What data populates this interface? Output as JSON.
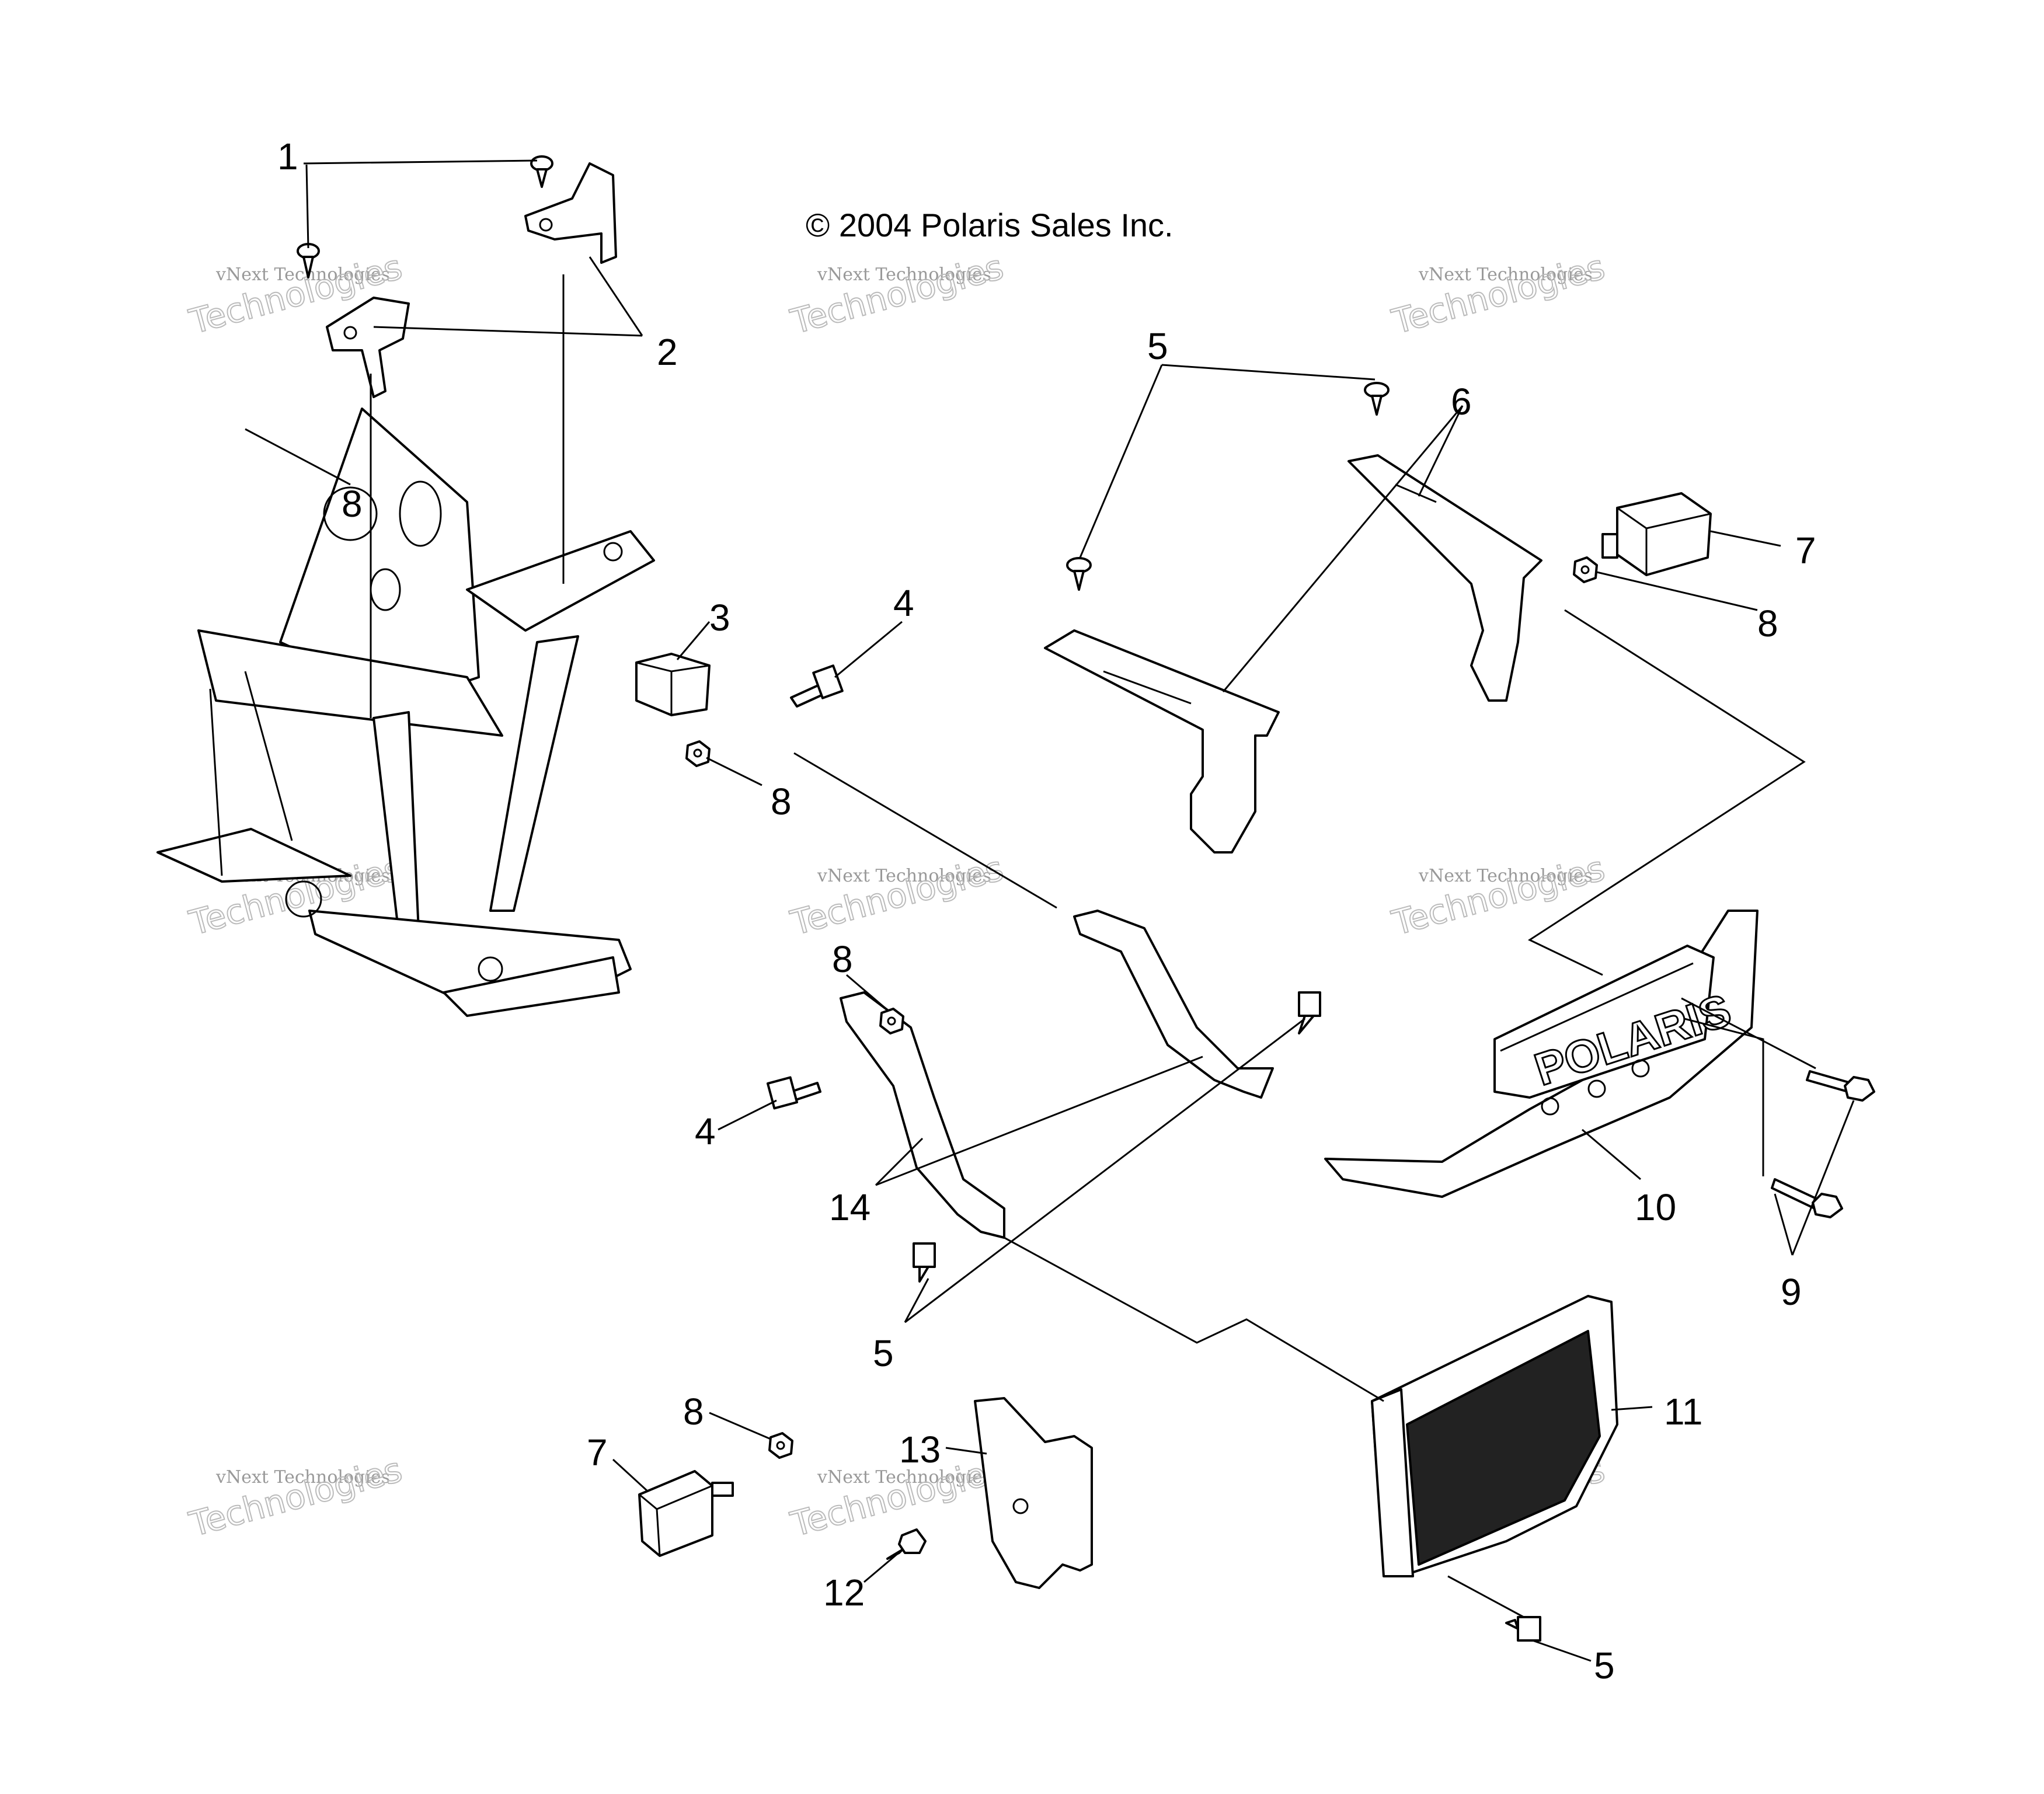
{
  "copyright": "© 2004 Polaris Sales Inc.",
  "watermark": {
    "line1": "vNext Technologies",
    "line2": "vNext",
    "line3": "Technologies"
  },
  "callouts": [
    "1",
    "2",
    "3",
    "4",
    "4",
    "5",
    "5",
    "5",
    "6",
    "7",
    "7",
    "8",
    "8",
    "8",
    "8",
    "8",
    "9",
    "10",
    "11",
    "12",
    "13",
    "14"
  ],
  "grille_logo": "POLARIS",
  "colors": {
    "line": "#000000",
    "watermark": "#999999",
    "background": "#ffffff"
  }
}
